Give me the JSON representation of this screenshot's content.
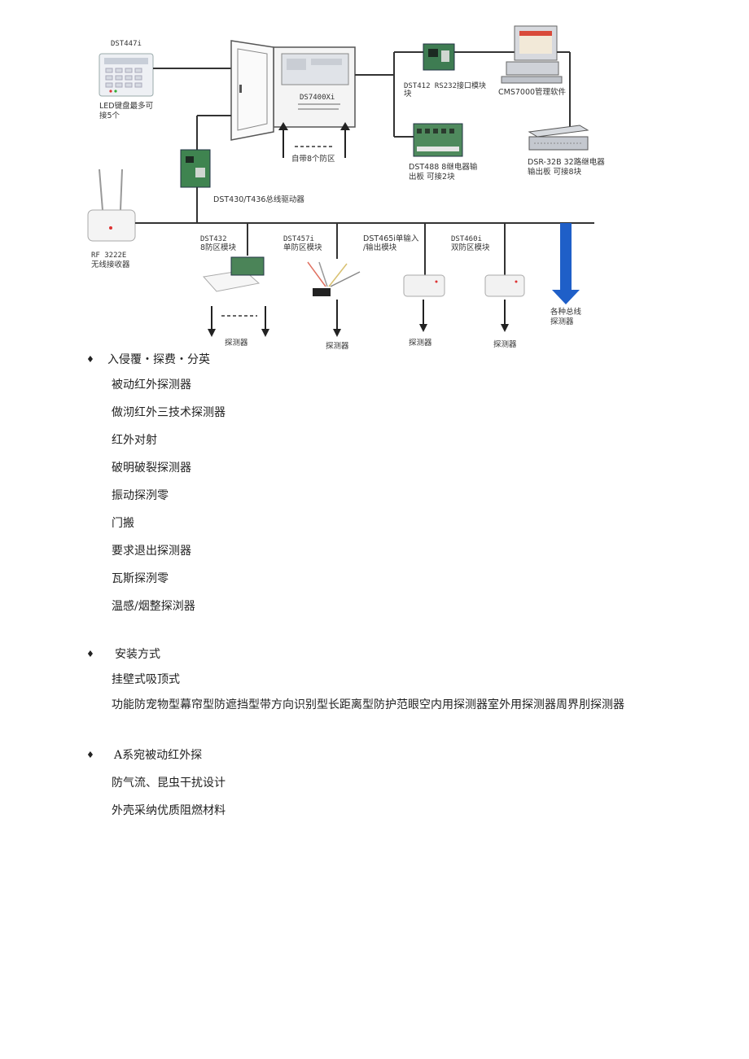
{
  "diagram": {
    "keypad": "DST447i",
    "keypad_note_1": "LED键盘最多可",
    "keypad_note_2": "接5个",
    "panel": "DS7400Xi",
    "panel_zones": "自带8个防区",
    "rs232": "DST412 RS232接口模块",
    "rs232_suffix": "块",
    "software": "CMS7000管理软件",
    "relay8_1": "DST488 8继电器输",
    "relay8_2": "出板 可接2块",
    "relay32_1": "DSR-32B 32路继电器",
    "relay32_2": "输出板 可接8块",
    "bus_driver": "DST430/T436总线驱动器",
    "wireless_1": "RF 3222E",
    "wireless_2": "无线接收器",
    "mod_432_1": "DST432",
    "mod_432_2": "8防区模块",
    "mod_457_1": "DST457i",
    "mod_457_2": "单防区模块",
    "mod_465_1": "DST465i单输入",
    "mod_465_2": "/输出模块",
    "mod_460_1": "DST460i",
    "mod_460_2": "双防区模块",
    "bus_all_1": "各种总线",
    "bus_all_2": "探测器",
    "detector": "探测器"
  },
  "sections": [
    {
      "bullet": "♦",
      "heading": "入侵覆・探费・分英",
      "items": [
        "被动红外探测器",
        "做沏红外三技术探测器",
        "红外对射",
        "破明破裂探测器",
        "振动探洌零",
        "门搬",
        "要求退出探测器",
        "瓦斯探洌零",
        "温感/烟整探浏器"
      ]
    },
    {
      "bullet": "♦",
      "heading": "安装方式",
      "items": [
        "挂壁式吸顶式",
        "功能防宠物型幕帘型防遮挡型带方向识别型长距离型防护范眼空内用探测器室外用探测器周界刖探测器"
      ]
    },
    {
      "bullet": "♦",
      "heading": "A系宛被动红外探",
      "items": [
        "防气流、昆虫干扰设计",
        "外壳采纳优质阻燃材料"
      ]
    }
  ]
}
